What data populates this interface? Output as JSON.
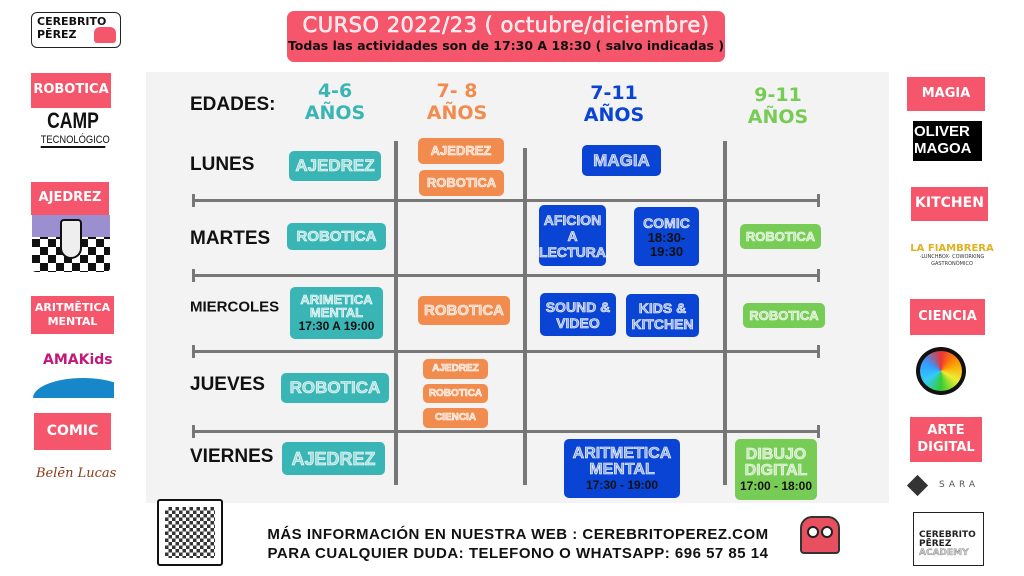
{
  "logo": {
    "line1": "CEREBRITO",
    "line2": "PĒREZ"
  },
  "header": {
    "title": "CURSO 2022/23 ( octubre/diciembre)",
    "subtitle": "Todas las actividades son de 17:30 A 18:30 ( salvo indicadas )"
  },
  "ages": {
    "label": "EDADES:",
    "cols": [
      {
        "range": "4-6",
        "unit": "AÑOS"
      },
      {
        "range": "7- 8",
        "unit": "AÑOS"
      },
      {
        "range": "7-11",
        "unit": "AÑOS"
      },
      {
        "range": "9-11",
        "unit": "AÑOS"
      }
    ]
  },
  "days": [
    "LUNES",
    "MARTES",
    "MIERCOLES",
    "JUEVES",
    "VIERNES"
  ],
  "schedule": {
    "lunes": {
      "a": "AJEDREZ",
      "b1": "AJEDREZ",
      "b2": "ROBOTICA",
      "c": "MAGIA"
    },
    "martes": {
      "a": "ROBOTICA",
      "c1": "AFICION A LECTURA",
      "c2": "COMIC",
      "c2_time": "18:30- 19:30",
      "d": "ROBOTICA"
    },
    "miercoles": {
      "a": "ARIMETICA MENTAL",
      "a_time": "17:30 A 19:00",
      "b": "ROBOTICA",
      "c1": "SOUND & VIDEO",
      "c2": "KIDS & KITCHEN",
      "d": "ROBOTICA"
    },
    "jueves": {
      "a": "ROBOTICA",
      "b1": "AJEDREZ",
      "b2": "ROBOTICA",
      "b3": "CIENCIA"
    },
    "viernes": {
      "a": "AJEDREZ",
      "c": "ARITMETICA MENTAL",
      "c_time": "17:30 - 19:00",
      "d": "DIBUJO DIGITAL",
      "d_time": "17:00 - 18:00"
    }
  },
  "left_sidebar": [
    {
      "label": "ROBOTICA",
      "partner": "CAMP",
      "partner_sub": "TECNOLÓGICO"
    },
    {
      "label": "AJEDREZ"
    },
    {
      "label": "ARITMĒTICA MENTAL",
      "partner": "AMAKids"
    },
    {
      "label": "COMIC",
      "partner": "Belēn Lucas"
    }
  ],
  "right_sidebar": [
    {
      "label": "MAGIA",
      "partner": "OLIVER MAGOA"
    },
    {
      "label": "KITCHEN",
      "partner": "LA FIAMBRERA",
      "partner_sub": "·LUNCHBOX· COWORKING GASTRONÓMICO"
    },
    {
      "label": "CIENCIA"
    },
    {
      "label": "ARTE DIGITAL",
      "partner": "SARA"
    },
    {
      "label": "",
      "partner": "CEREBRITO PĒREZ",
      "partner_sub": "ACADEMY"
    }
  ],
  "footer": {
    "line1": "MÁS INFORMACIÓN EN NUESTRA WEB : CEREBRITOPEREZ.COM",
    "line2": "PARA CUALQUIER DUDA: TELEFONO O WHATSAPP: 696 57 85 14"
  },
  "colors": {
    "pink": "#f5566b",
    "teal": "#3ab5b5",
    "orange": "#f28b4e",
    "blue": "#0a44d4",
    "green": "#77cc55"
  }
}
